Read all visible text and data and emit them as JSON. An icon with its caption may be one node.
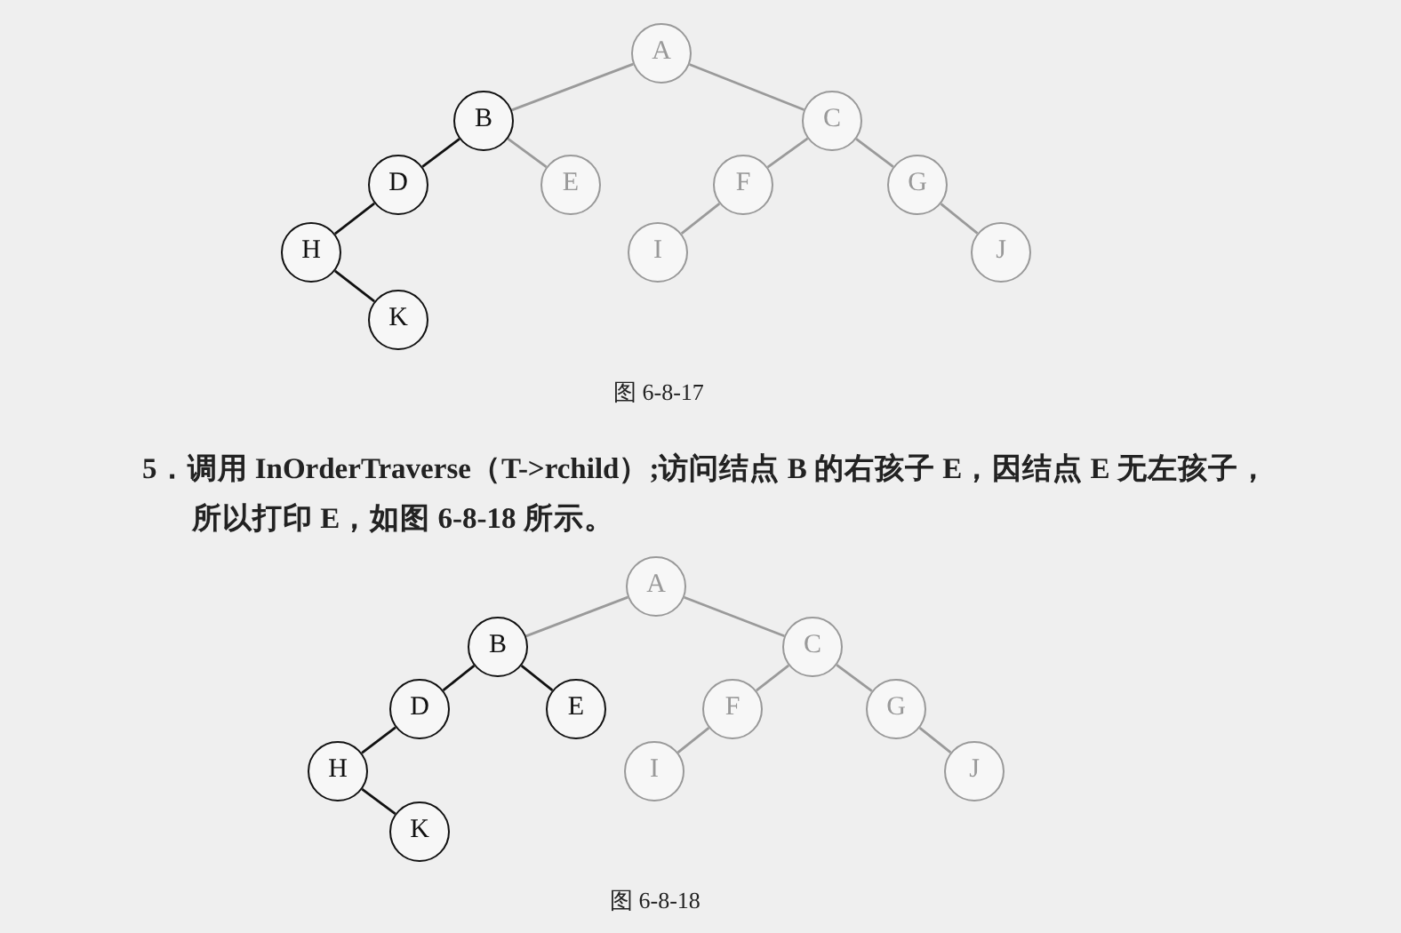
{
  "diagram": {
    "nodes": [
      {
        "text": [
          "A"
        ]
      },
      {
        "text": [
          "B"
        ]
      },
      {
        "text": [
          "C"
        ]
      },
      {
        "text": [
          "D"
        ]
      },
      {
        "text": [
          "E"
        ]
      },
      {
        "text": [
          "F"
        ]
      },
      {
        "text": [
          "G"
        ]
      },
      {
        "text": [
          "H"
        ]
      },
      {
        "text": [
          "I"
        ]
      },
      {
        "text": [
          "J"
        ]
      },
      {
        "text": [
          "K"
        ]
      },
      {
        "text": [
          "A"
        ]
      },
      {
        "text": [
          "B"
        ]
      },
      {
        "text": [
          "C"
        ]
      },
      {
        "text": [
          "D"
        ]
      },
      {
        "text": [
          "E"
        ]
      },
      {
        "text": [
          "F"
        ]
      },
      {
        "text": [
          "G"
        ]
      },
      {
        "text": [
          "H"
        ]
      },
      {
        "text": [
          "I"
        ]
      },
      {
        "text": [
          "J"
        ]
      },
      {
        "text": [
          "K"
        ]
      }
    ],
    "edges": [
      {
        "from": 0,
        "to": 1,
        "arrow": "none"
      },
      {
        "from": 0,
        "to": 2,
        "arrow": "none"
      },
      {
        "from": 1,
        "to": 3,
        "arrow": "none",
        "color": "#111111"
      },
      {
        "from": 1,
        "to": 4,
        "arrow": "none"
      },
      {
        "from": 2,
        "to": 5,
        "arrow": "none"
      },
      {
        "from": 2,
        "to": 6,
        "arrow": "none"
      },
      {
        "from": 3,
        "to": 7,
        "arrow": "none",
        "color": "#111111"
      },
      {
        "from": 5,
        "to": 8,
        "arrow": "none"
      },
      {
        "from": 6,
        "to": 9,
        "arrow": "none"
      },
      {
        "from": 7,
        "to": 10,
        "arrow": "none",
        "color": "#111111"
      },
      {
        "from": 11,
        "to": 12,
        "arrow": "none"
      },
      {
        "from": 11,
        "to": 13,
        "arrow": "none"
      },
      {
        "from": 12,
        "to": 14,
        "arrow": "none",
        "color": "#111111"
      },
      {
        "from": 12,
        "to": 15,
        "arrow": "none",
        "color": "#111111"
      },
      {
        "from": 13,
        "to": 16,
        "arrow": "none"
      },
      {
        "from": 13,
        "to": 17,
        "arrow": "none"
      },
      {
        "from": 14,
        "to": 18,
        "arrow": "none",
        "color": "#111111"
      },
      {
        "from": 16,
        "to": 19,
        "arrow": "none"
      },
      {
        "from": 17,
        "to": 20,
        "arrow": "none"
      },
      {
        "from": 18,
        "to": 21,
        "arrow": "none",
        "color": "#111111"
      }
    ],
    "labels": [
      "图 6-8-17",
      "5．调用 InOrderTraverse（T->rchild）;访问结点 B 的右孩子 E，因结点 E 无左孩子，所以打印 E，如图 6-8-18 所示。",
      "图 6-8-18"
    ]
  }
}
